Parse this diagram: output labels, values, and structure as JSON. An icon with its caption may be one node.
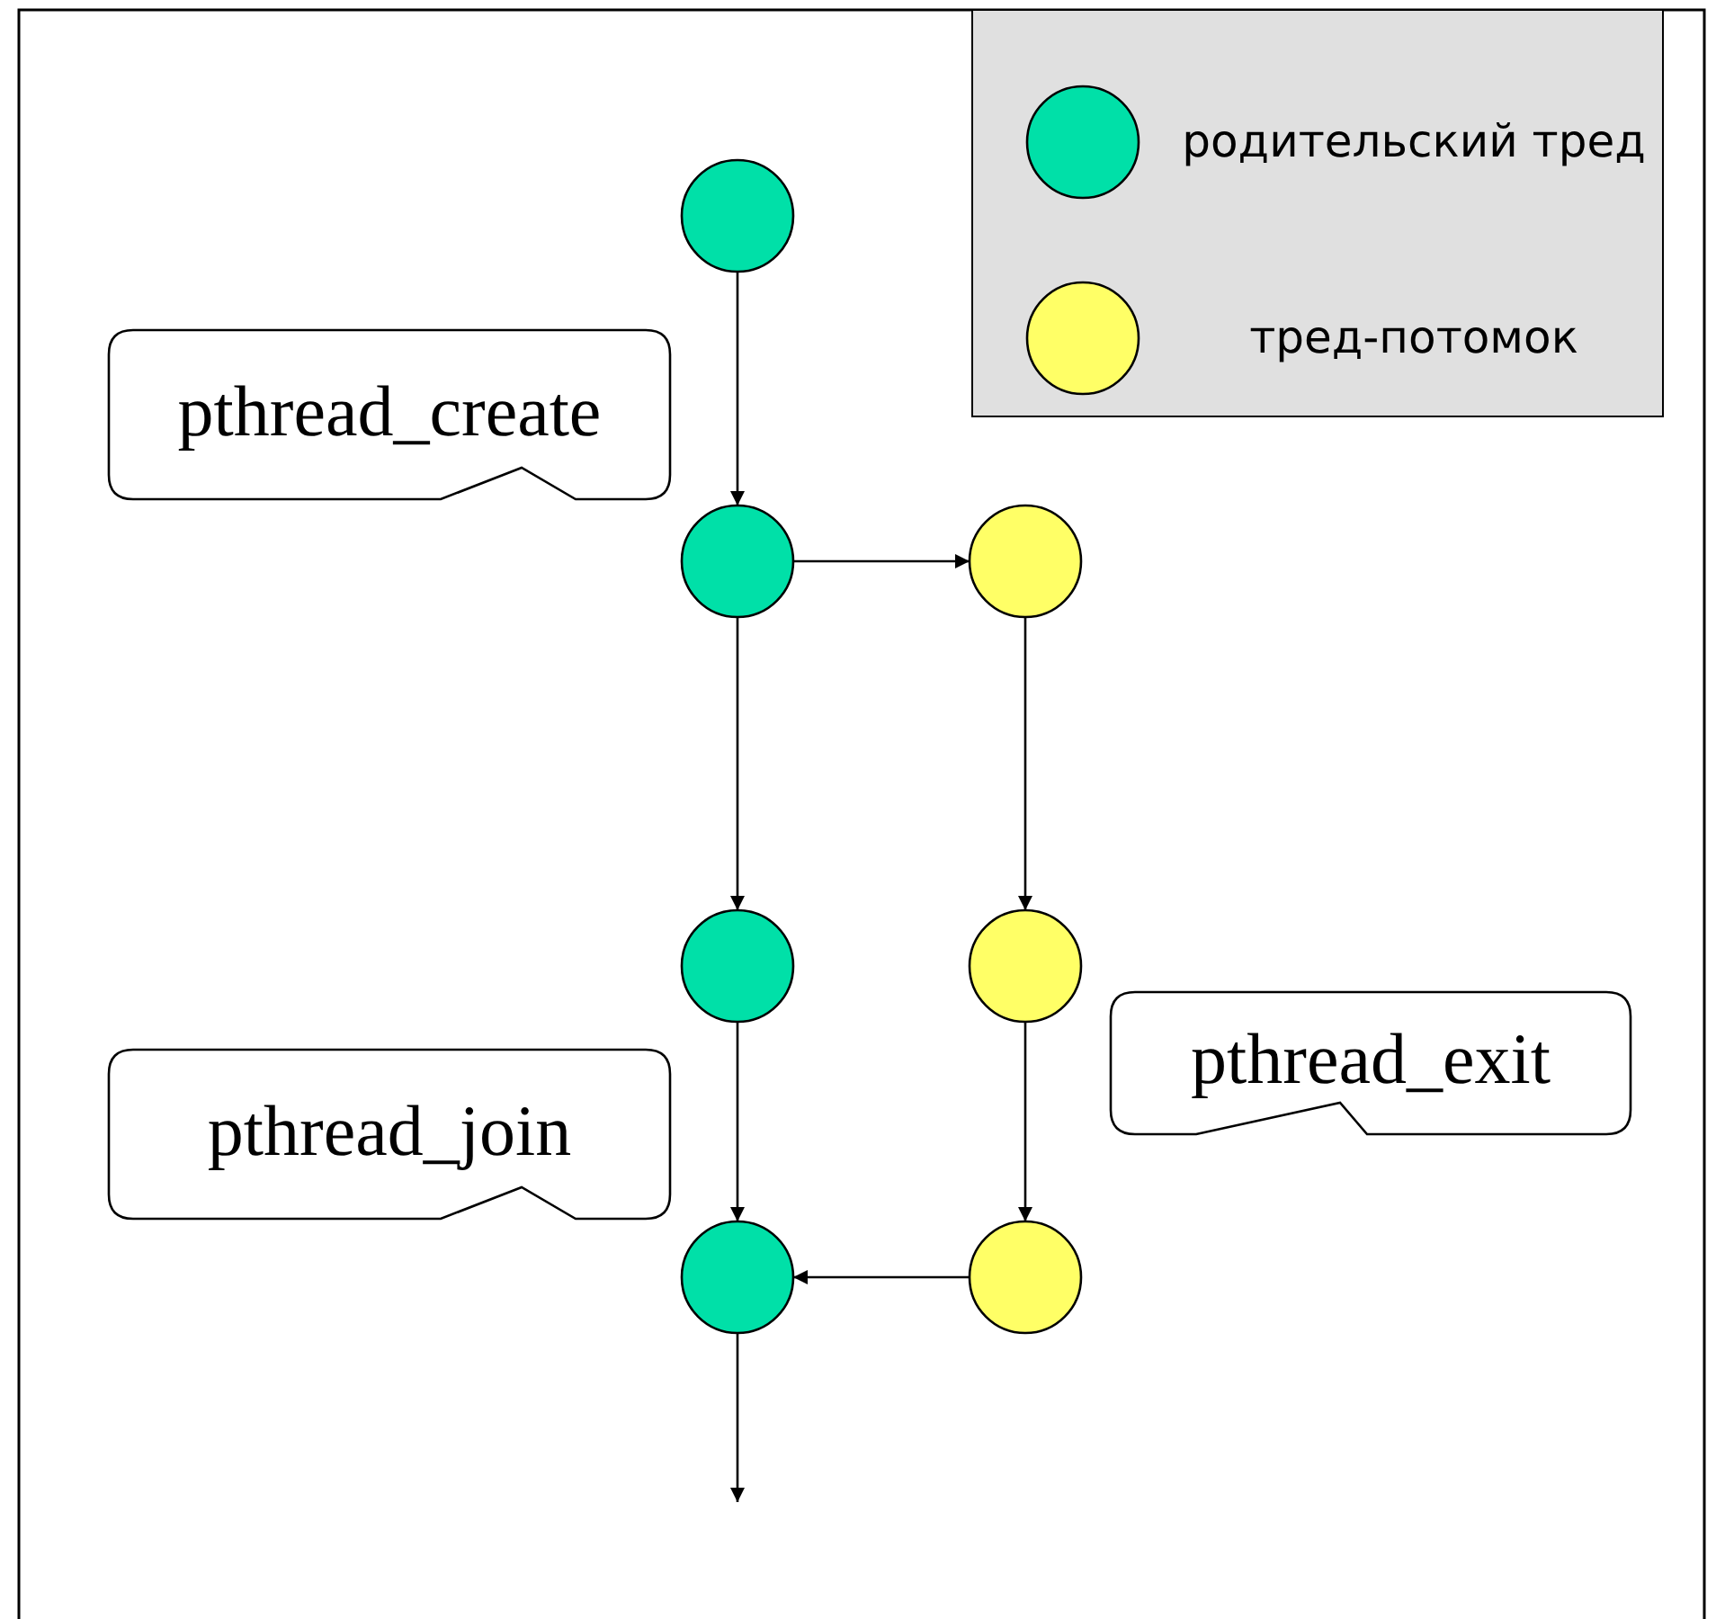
{
  "diagram": {
    "nodes": [
      {
        "text": [],
        "shape": "circle"
      },
      {
        "text": [
          "pthread_create"
        ]
      },
      {
        "text": [],
        "shape": "circle"
      },
      {
        "text": [],
        "shape": "circle"
      },
      {
        "text": [],
        "shape": "circle"
      },
      {
        "text": [],
        "shape": "circle"
      },
      {
        "text": [
          "pthread_exit"
        ]
      },
      {
        "text": [
          "pthread_join"
        ]
      },
      {
        "text": [],
        "shape": "circle"
      },
      {
        "text": [],
        "shape": "circle"
      }
    ],
    "edges": [
      {
        "from": 0,
        "to": 2,
        "arrow": "to"
      },
      {
        "from": 2,
        "to": 3,
        "arrow": "to"
      },
      {
        "from": 2,
        "to": 4,
        "arrow": "to"
      },
      {
        "from": 3,
        "to": 5,
        "arrow": "to"
      },
      {
        "from": 4,
        "to": 8,
        "arrow": "to"
      },
      {
        "from": 5,
        "to": 9,
        "arrow": "to"
      },
      {
        "from": 9,
        "to": 8,
        "arrow": "to"
      },
      {
        "from": 8,
        "to": null,
        "arrow": "to"
      }
    ],
    "legend": [
      {
        "text": "родительский тред",
        "color": "#00e0a8"
      },
      {
        "text": "тред-потомок",
        "color": "#ffff66"
      }
    ]
  }
}
